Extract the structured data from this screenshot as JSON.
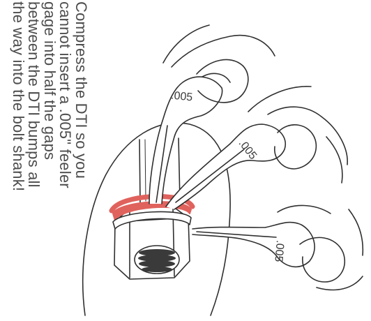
{
  "caption": {
    "lines": [
      "Compress the DTI so you",
      "cannot insert a .005\" feeler",
      "gage into half the gaps",
      "between the DTI bumps all",
      "the way into the bolt shank!"
    ]
  },
  "gauges": [
    {
      "label": ".005"
    },
    {
      "label": ".005"
    },
    {
      "label": ".005"
    }
  ],
  "colors": {
    "ink": "#2f2f2f",
    "dti_washer": "#e0625d",
    "caption_text": "#4d4d4d"
  }
}
